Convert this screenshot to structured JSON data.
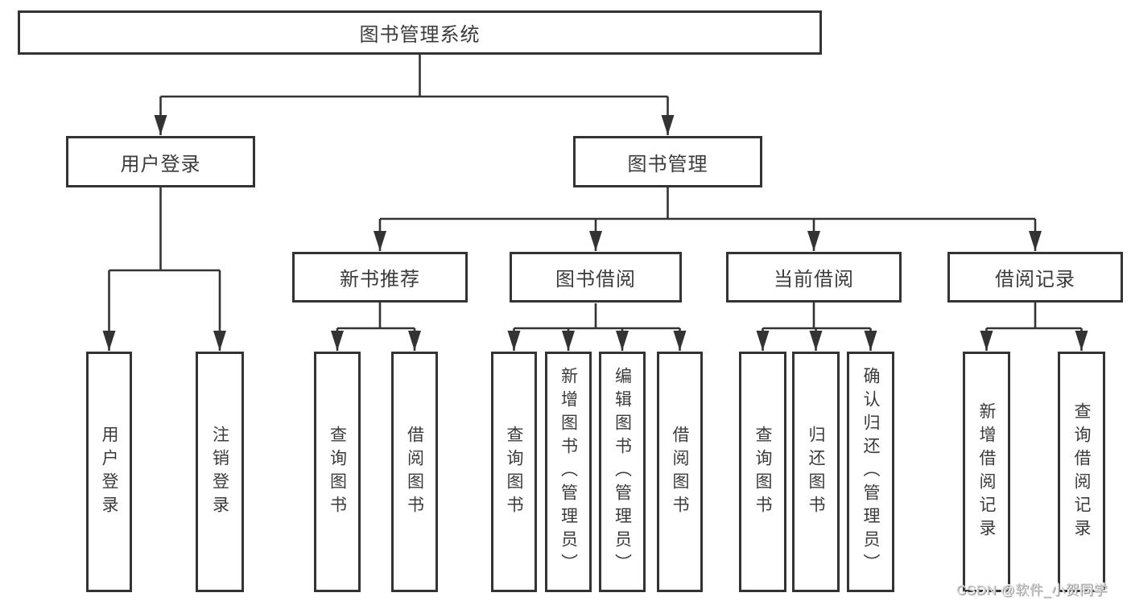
{
  "diagram": {
    "root": {
      "label": "图书管理系统"
    },
    "branches": [
      {
        "label": "用户登录",
        "children": [
          "用户登录",
          "注销登录"
        ]
      },
      {
        "label": "图书管理",
        "children": [
          {
            "label": "新书推荐",
            "children": [
              "查询图书",
              "借阅图书"
            ]
          },
          {
            "label": "图书借阅",
            "children": [
              "查询图书",
              "新增图书（管理员）",
              "编辑图书（管理员）",
              "借阅图书"
            ]
          },
          {
            "label": "当前借阅",
            "children": [
              "查询图书",
              "归还图书",
              "确认归还（管理员）"
            ]
          },
          {
            "label": "借阅记录",
            "children": [
              "新增借阅记录",
              "查询借阅记录"
            ]
          }
        ]
      }
    ],
    "watermark": "CSDN @软件_小贺同学",
    "colors": {
      "line": "#333333",
      "text": "#3b3b3b",
      "background": "#ffffff",
      "watermark": "#d6d6d6"
    }
  }
}
